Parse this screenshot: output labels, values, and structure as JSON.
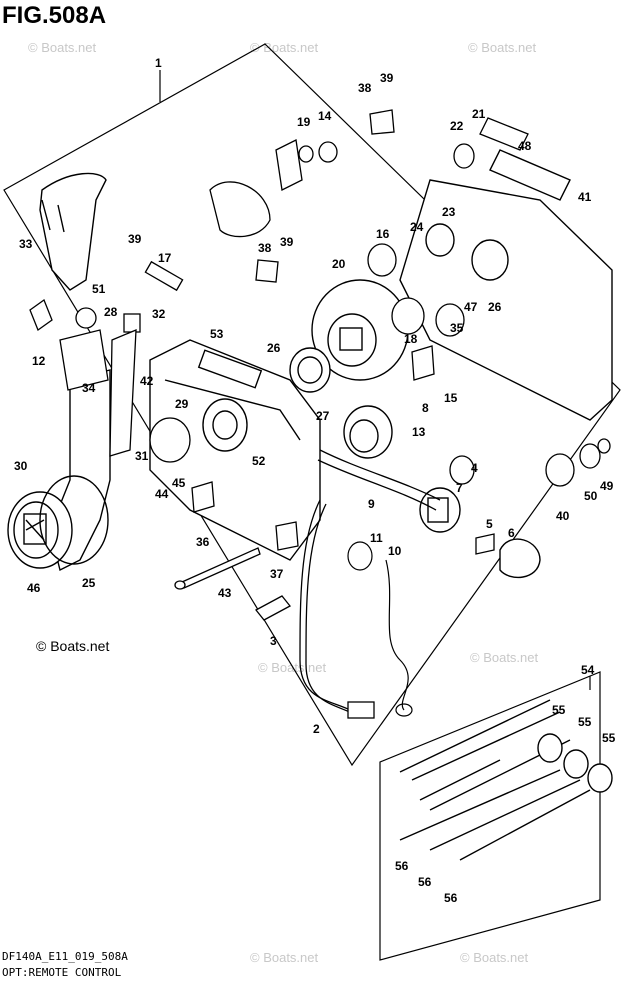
{
  "figure": {
    "title": "FIG.508A",
    "diagram_code": "DF140A_E11_019_508A",
    "caption": "OPT:REMOTE CONTROL",
    "copyright": "© Boats.net",
    "watermark": "© Boats.net"
  },
  "callouts": [
    "1",
    "2",
    "3",
    "4",
    "5",
    "6",
    "7",
    "8",
    "9",
    "10",
    "11",
    "12",
    "13",
    "14",
    "15",
    "16",
    "17",
    "18",
    "19",
    "20",
    "21",
    "22",
    "23",
    "24",
    "25",
    "26",
    "27",
    "28",
    "29",
    "30",
    "31",
    "32",
    "33",
    "34",
    "35",
    "36",
    "37",
    "38",
    "39",
    "40",
    "41",
    "42",
    "43",
    "44",
    "45",
    "46",
    "47",
    "48",
    "49",
    "50",
    "51",
    "52",
    "53",
    "54",
    "55",
    "56"
  ],
  "colors": {
    "line": "#000000",
    "watermark": "#c8c8c8",
    "background": "#ffffff"
  }
}
